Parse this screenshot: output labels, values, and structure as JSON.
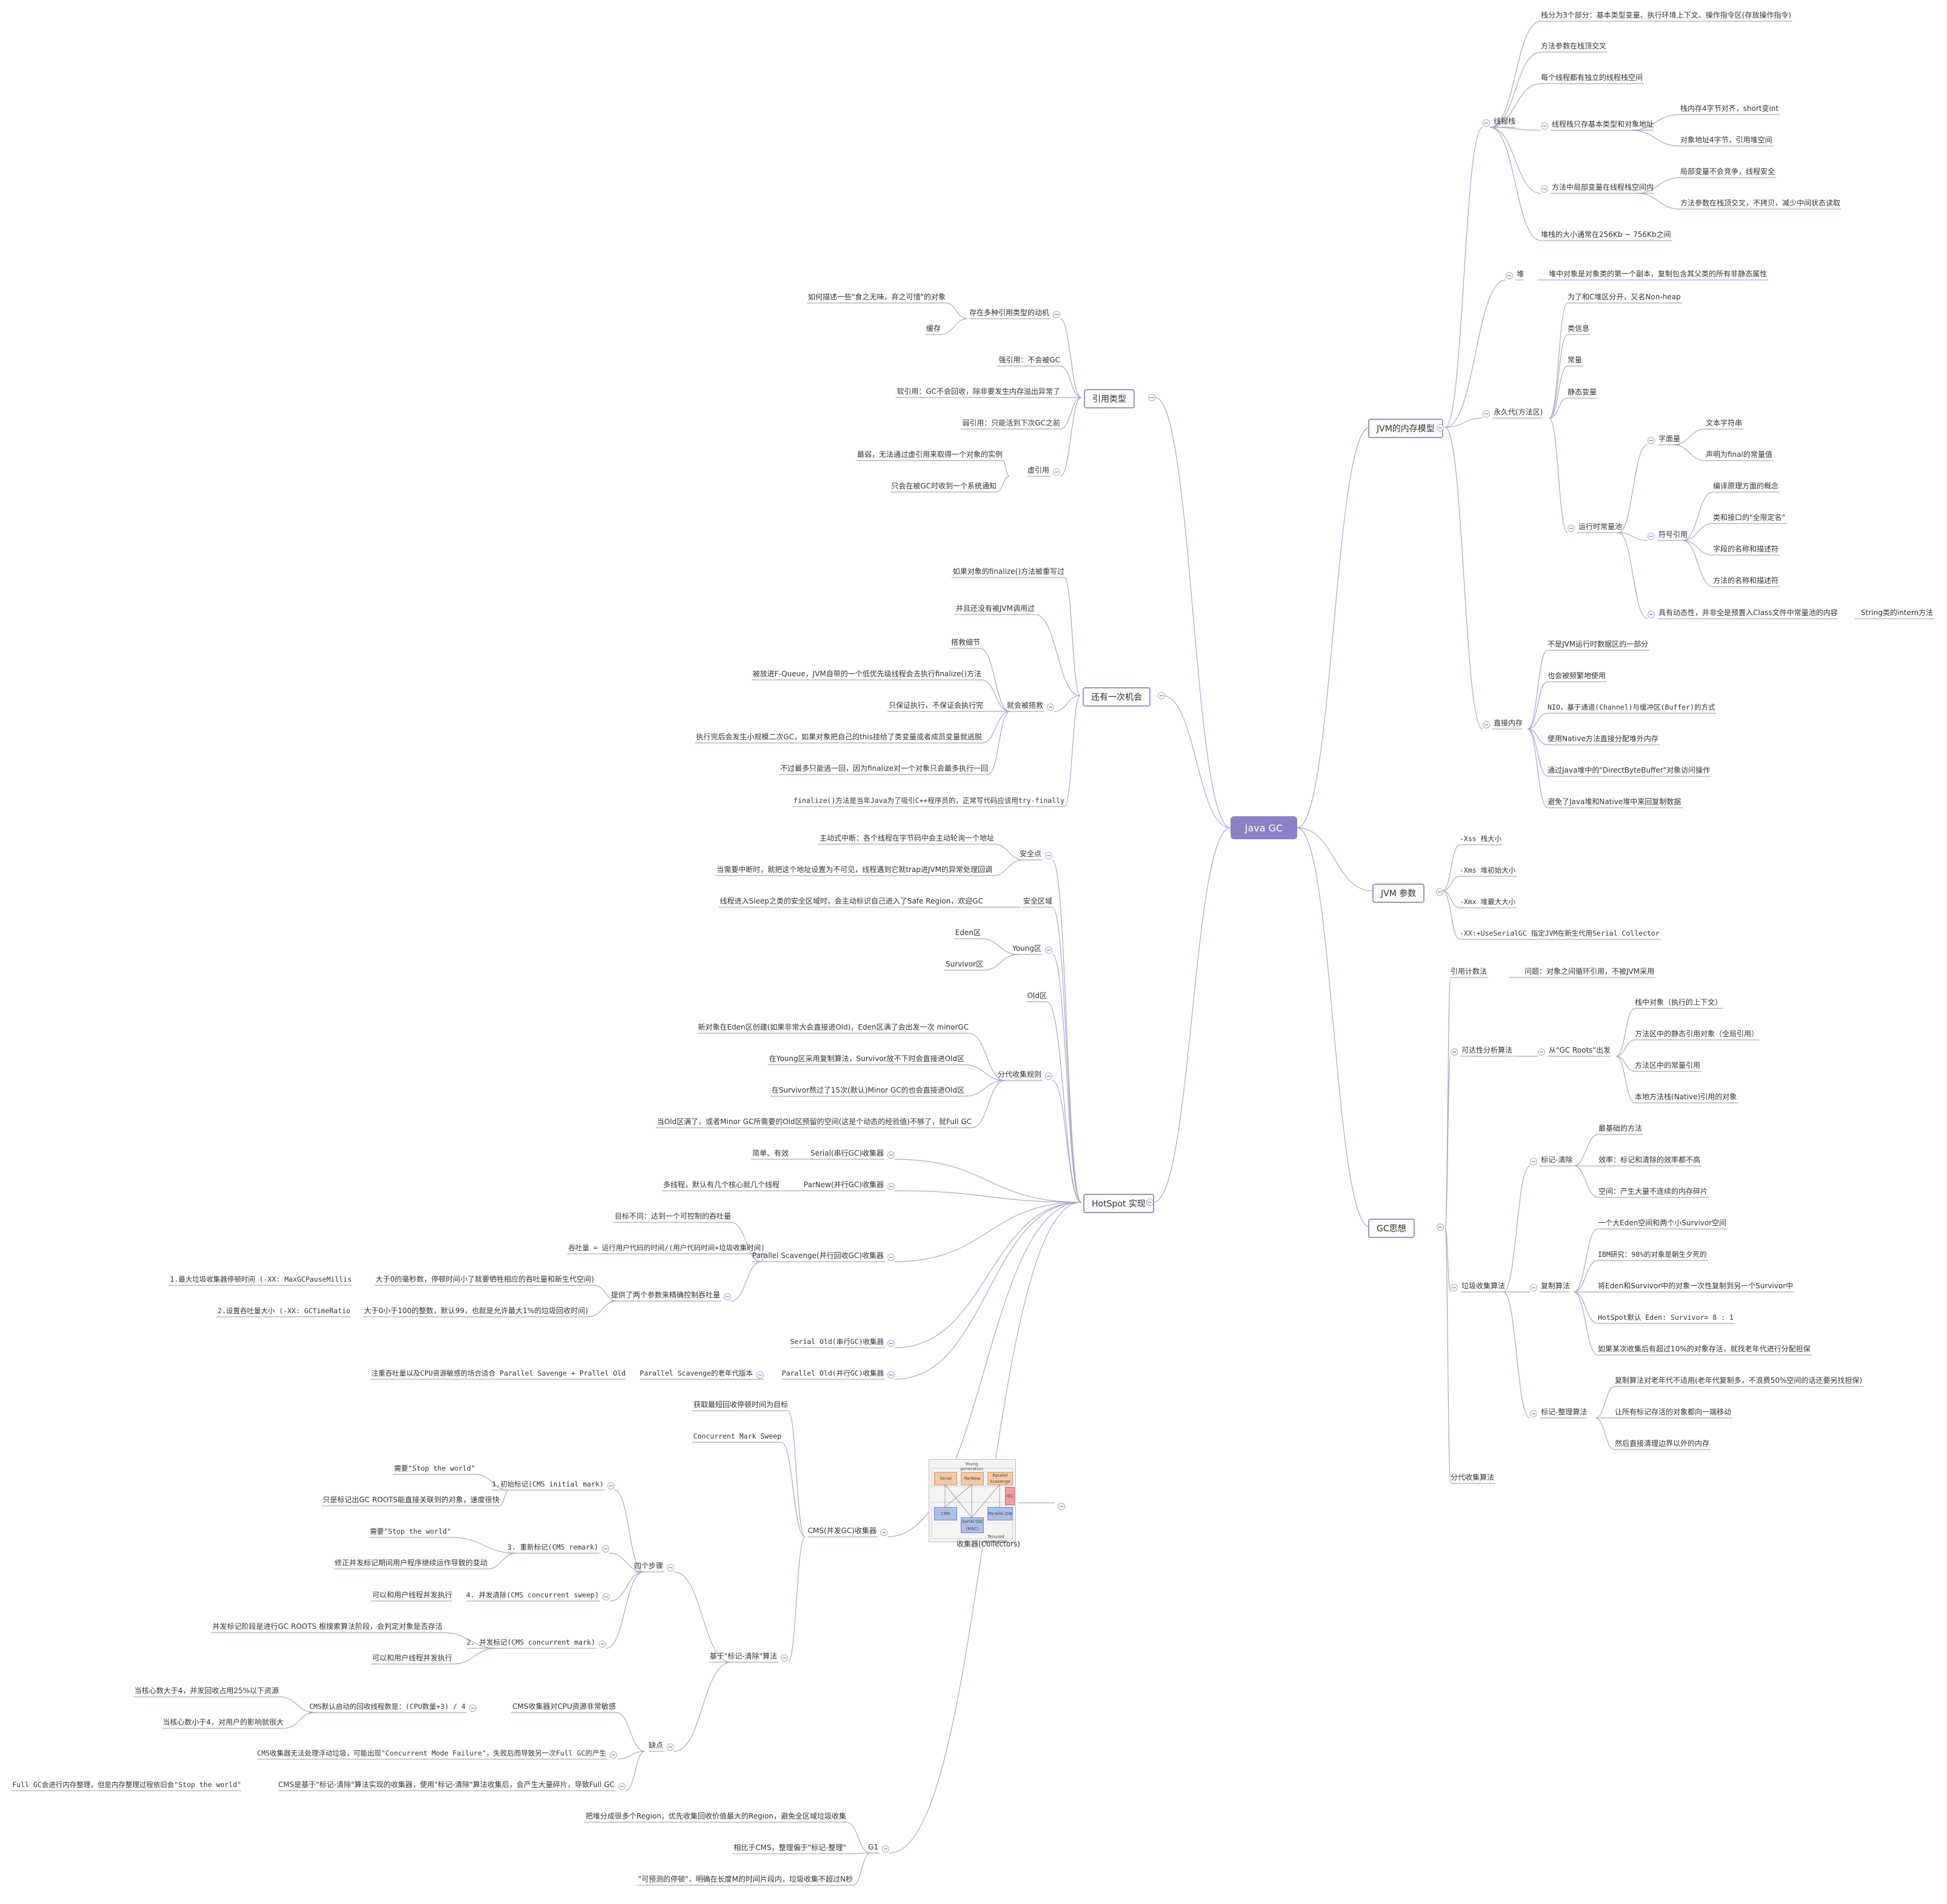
{
  "root": "Java GC",
  "branches": {
    "memory_model": "JVM的内存模型",
    "jvm_params": "JVM 参数",
    "gc_idea": "GC思想",
    "ref_types": "引用类型",
    "second_chance": "还有一次机会",
    "hotspot": "HotSpot 实现"
  },
  "texts": {
    "mm_stack": "线程栈",
    "mm_stack_1": "栈分为3个部分：基本类型变量、执行环境上下文、操作指令区(存放操作指令)",
    "mm_stack_2": "方法参数在栈顶交叉",
    "mm_stack_3": "每个线程都有独立的线程栈空间",
    "mm_stack_4": "线程栈只存基本类型和对象地址",
    "mm_stack_4a": "栈内存4字节对齐，short变int",
    "mm_stack_4b": "对象地址4字节，引用堆空间",
    "mm_stack_5": "方法中局部变量在线程栈空间内",
    "mm_stack_5a": "局部变量不会竞争，线程安全",
    "mm_stack_5b": "方法参数在栈顶交叉，不拷贝，减少中间状态读取",
    "mm_stack_6": "堆栈的大小通常在256Kb ~ 756Kb之间",
    "mm_heap": "堆",
    "mm_heap_1": "堆中对象是对象类的第一个副本，复制包含其父类的所有非静态属性",
    "mm_perm": "永久代(方法区)",
    "mm_perm_1": "为了和C堆区分开，又名Non-heap",
    "mm_perm_2": "类信息",
    "mm_perm_3": "常量",
    "mm_perm_4": "静态变量",
    "mm_rcp": "运行时常量池",
    "mm_lit": "字面量",
    "mm_lit_1": "文本字符串",
    "mm_lit_2": "声明为final的常量值",
    "mm_sym": "符号引用",
    "mm_sym_1": "编译原理方面的概念",
    "mm_sym_2": "类和接口的\"全限定名\"",
    "mm_sym_3": "字段的名称和描述符",
    "mm_sym_4": "方法的名称和描述符",
    "mm_rcp_dyn": "具有动态性，并非全是预置入Class文件中常量池的内容",
    "mm_rcp_dyn_a": "String类的intern方法",
    "mm_direct": "直接内存",
    "mm_direct_1": "不是JVM运行时数据区的一部分",
    "mm_direct_2": "也会被频繁地使用",
    "mm_direct_3": "NIO，基于通道(Channel)与缓冲区(Buffer)的方式",
    "mm_direct_4": "使用Native方法直接分配堆外内存",
    "mm_direct_5": "通过Java堆中的\"DirectByteBuffer\"对象访问操作",
    "mm_direct_6": "避免了Java堆和Native堆中来回复制数据",
    "jp_1": "-Xss 栈大小",
    "jp_2": "-Xms 堆初始大小",
    "jp_3": "-Xmx 堆最大大小",
    "jp_4": "-XX:+UseSerialGC 指定JVM在新生代用Serial Collector",
    "gc_rc": "引用计数法",
    "gc_rc_1": "问题：对象之间循环引用，不被JVM采用",
    "gc_reach": "可达性分析算法",
    "gc_roots": "从\"GC Roots\"出发",
    "gc_roots_1": "栈中对象（执行的上下文）",
    "gc_roots_2": "方法区中的静态引用对象（全局引用）",
    "gc_roots_3": "方法区中的常量引用",
    "gc_roots_4": "本地方法栈(Native)引用的对象",
    "gc_algo": "垃圾收集算法",
    "gc_ms": "标记-清除",
    "gc_ms_1": "最基础的方法",
    "gc_ms_2": "效率：标记和清除的效率都不高",
    "gc_ms_3": "空间：产生大量不连续的内存碎片",
    "gc_copy": "复制算法",
    "gc_copy_1": "一个大Eden空间和两个小Survivor空间",
    "gc_copy_2": "IBM研究：98%的对象是朝生夕死的",
    "gc_copy_3": "将Eden和Survivor中的对象一次性复制到另一个Survivor中",
    "gc_copy_4": "HotSpot默认 Eden: Survivor= 8 : 1",
    "gc_copy_5": "如果某次收集后有超过10%的对象存活，就找老年代进行分配担保",
    "gc_mc": "标记-整理算法",
    "gc_mc_1": "复制算法对老年代不适用(老年代复制多，不浪费50%空间的话还要另找担保)",
    "gc_mc_2": "让所有标记存活的对象都向一端移动",
    "gc_mc_3": "然后直接清理边界以外的内存",
    "gc_gen": "分代收集算法",
    "ref_why": "存在多种引用类型的动机",
    "ref_why_1": "如何描述一些\"食之无味，弃之可惜\"的对象",
    "ref_why_2": "缓存",
    "ref_strong": "强引用：不会被GC",
    "ref_soft": "软引用：GC不会回收，除非要发生内存溢出异常了",
    "ref_weak": "弱引用：只能活到下次GC之前",
    "ref_phantom": "虚引用",
    "ref_phantom_1": "最弱，无法通过虚引用来取得一个对象的实例",
    "ref_phantom_2": "只会在被GC时收到一个系统通知",
    "sc_1": "如果对象的finalize()方法被重写过",
    "sc_2": "并且还没有被JVM调用过",
    "sc_3": "就会被搭救",
    "sc_3a": "搭救细节",
    "sc_3b": "被放进F-Queue，JVM自带的一个低优先级线程会去执行finalize()方法",
    "sc_3c": "只保证执行，不保证会执行完",
    "sc_3d": "执行完后会发生小规模二次GC，如果对象把自己的this挂给了类变量或者成员变量就逃脱",
    "sc_3e": "不过最多只能逃一回，因为finalize对一个对象只会最多执行一回",
    "sc_4": "finalize()方法是当年Java为了吸引C++程序员的，正常写代码应该用try-finally",
    "hs_safepoint": "安全点",
    "hs_sp_1": "主动式中断：各个线程在字节码中会主动轮询一个地址",
    "hs_sp_2": "当需要中断时，就把这个地址设置为不可见，线程遇到它就trap进JVM的异常处理回调",
    "hs_saferegion": "安全区域",
    "hs_sr_1": "线程进入Sleep之类的安全区域时，会主动标识自己进入了Safe Region，欢迎GC",
    "hs_young": "Young区",
    "hs_eden": "Eden区",
    "hs_survivor": "Survivor区",
    "hs_old": "Old区",
    "hs_gen": "分代收集规则",
    "hs_gen_1": "新对象在Eden区创建(如果非常大会直接进Old)，Eden区满了会出发一次 minorGC",
    "hs_gen_2": "在Young区采用复制算法，Survivor放不下时会直接进Old区",
    "hs_gen_3": "在Survivor熬过了15次(默认)Minor GC的也会直接进Old区",
    "hs_gen_4": "当Old区满了，或者Minor GC所需要的Old区预留的空间(这是个动态的经验值)不够了，就Full GC",
    "hs_collectors": "收集器(Collectors)",
    "hs_serial": "Serial(串行GC)收集器",
    "hs_serial_1": "简单、有效",
    "hs_parnew": "ParNew(并行GC)收集器",
    "hs_parnew_1": "多线程，默认有几个核心就几个线程",
    "hs_ps": "Parallel Scavenge(并行回收GC)收集器",
    "hs_ps_1": "目标不同：达到一个可控制的吞吐量",
    "hs_ps_2": "吞吐量 = 运行用户代码的时间/(用户代码时间+垃圾收集时间)",
    "hs_ps_3": "提供了两个参数来精确控制吞吐量",
    "hs_ps_3a": "1.最大垃圾收集器停顿时间 (-XX: MaxGCPauseMillis",
    "hs_ps_3a_d": "大于0的毫秒数，停顿时间小了就要牺牲相应的吞吐量和新生代空间)",
    "hs_ps_3b": "2.设置吞吐量大小 (-XX: GCTimeRatio",
    "hs_ps_3b_d": "大于0小于100的整数，默认99，也就是允许最大1%的垃圾回收时间)",
    "hs_so": "Serial Old(串行GC)收集器",
    "hs_po": "Parallel Old(并行GC)收集器",
    "hs_po_1": "Parallel Scavenge的老年代版本",
    "hs_po_1a": "注重吞吐量以及CPU资源敏感的场合适合 Parallel Savenge + Prallel Old",
    "hs_cms": "CMS(并发GC)收集器",
    "hs_cms_1": "获取最短回收停顿时间为目标",
    "hs_cms_2": "Concurrent Mark Sweep",
    "hs_cms_3": "基于\"标记-清除\"算法",
    "hs_cms_steps": "四个步骤",
    "hs_cms_s1": "1.初始标记(CMS initial mark)",
    "hs_cms_s1a": "需要\"Stop the world\"",
    "hs_cms_s1b": "只是标记出GC ROOTS能直接关联到的对象，速度很快",
    "hs_cms_s3": "3. 重新标记(CMS remark)",
    "hs_cms_s3a": "需要\"Stop the world\"",
    "hs_cms_s3b": "修正并发标记期间用户程序继续运作导致的变动",
    "hs_cms_s4": "4. 并发清除(CMS concurrent sweep)",
    "hs_cms_s4a": "可以和用户线程并发执行",
    "hs_cms_s2": "2. 并发标记(CMS concurrent mark)",
    "hs_cms_s2a": "并发标记阶段是进行GC ROOTS 根搜索算法阶段，会判定对象是否存活",
    "hs_cms_s2b": "可以和用户线程并发执行",
    "hs_cms_cons": "缺点",
    "hs_cms_c1": "CMS收集器对CPU资源非常敏感",
    "hs_cms_c1a": "CMS默认启动的回收线程数是：(CPU数量+3) / 4",
    "hs_cms_c1b": "当核心数大于4，并发回收占用25%以下资源",
    "hs_cms_c1c": "当核心数小于4，对用户的影响就很大",
    "hs_cms_c2": "CMS收集器无法处理浮动垃圾，可能出现\"Concurrent Mode Failure\"，失败后而导致另一次Full GC的产生",
    "hs_cms_c3": "CMS是基于\"标记-清除\"算法实现的收集器，使用\"标记-清除\"算法收集后，会产生大量碎片，导致Full GC",
    "hs_cms_c3a": "Full GC会进行内存整理，但是内存整理过程依旧会\"Stop the world\"",
    "hs_g1": "G1",
    "hs_g1_1": "把堆分成很多个Region，优先收集回收价值最大的Region，避免全区域垃圾收集",
    "hs_g1_2": "相比于CMS，整理偏于\"标记-整理\"",
    "hs_g1_3": "\"可预测的停顿\"，明确在长度M的时间片段内，垃圾收集不超过N秒",
    "img_young": "Young generation",
    "img_old": "Tenured generation",
    "img_serial": "Serial",
    "img_parnew": "ParNew",
    "img_ps": "Parallel Scavenge",
    "img_cms": "CMS",
    "img_so": "Serial Old (MSC)",
    "img_po": "Parallel Old",
    "img_g1": "G1"
  }
}
